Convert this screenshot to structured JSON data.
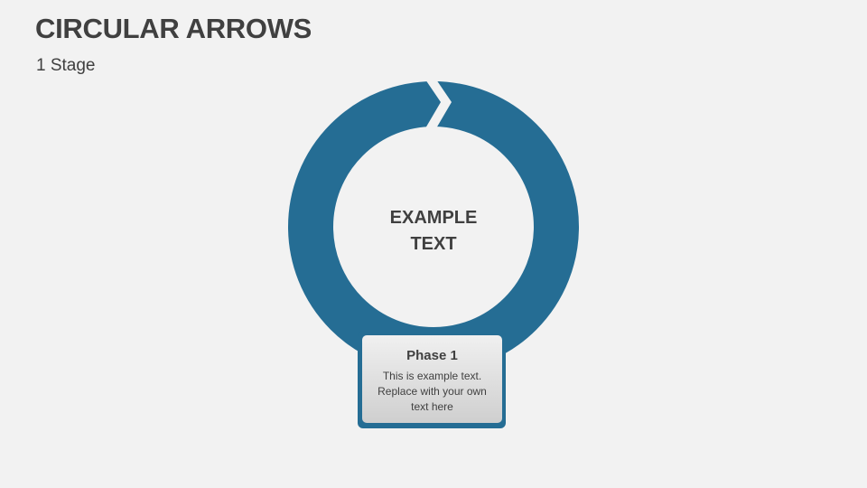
{
  "header": {
    "title": "CIRCULAR ARROWS",
    "subtitle": "1 Stage"
  },
  "diagram": {
    "center_text_line1": "EXAMPLE",
    "center_text_line2": "TEXT",
    "ring_color": "#256d94",
    "phases": [
      {
        "title": "Phase 1",
        "body": "This is example text. Replace with your own text here"
      }
    ]
  }
}
